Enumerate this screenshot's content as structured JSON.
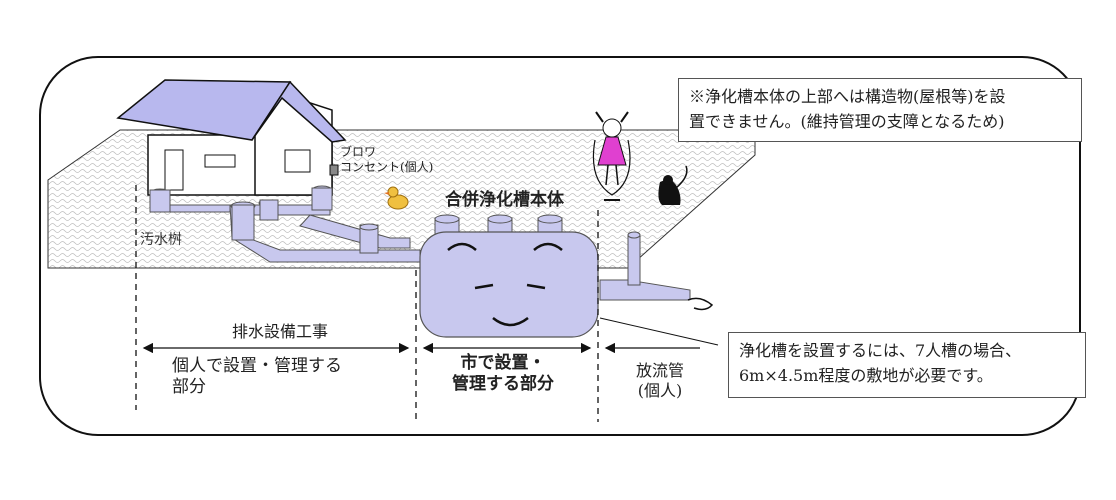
{
  "labels": {
    "blower_outlet": "ブロワ\nコンセント(個人)",
    "tank_title": "合併浄化槽本体",
    "sewage_basin": "汚水桝",
    "drainage_work": "排水設備工事",
    "private_part": "個人で設置・管理する\n部分",
    "city_part": "市で設置・\n管理する部分",
    "discharge_pipe": "放流管\n(個人)"
  },
  "notes": {
    "top_note": "※浄化槽本体の上部へは構造物(屋根等)を設\n置できません。(維持管理の支障となるため)",
    "bottom_note": "浄化槽を設置するには、7人槽の場合、\n6m×4.5m程度の敷地が必要です。"
  },
  "colors": {
    "pipe": "#c8c8ee",
    "house_roof": "#b8b8ee",
    "ground_pattern": "#c7c7c7",
    "outline": "#222222",
    "dress": "#e040d0"
  }
}
